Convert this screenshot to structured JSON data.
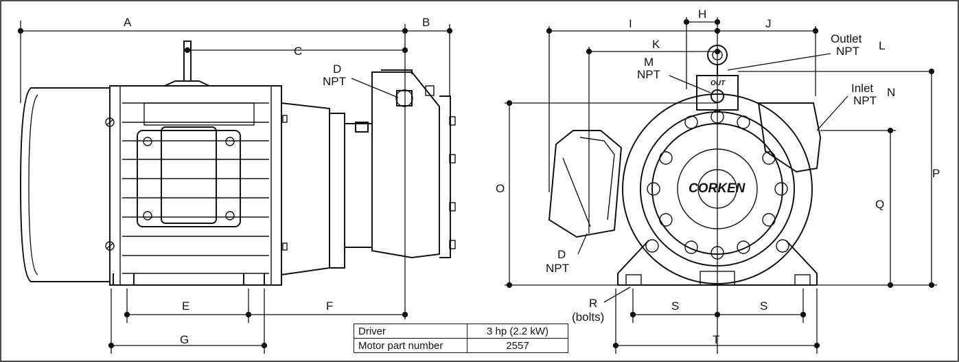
{
  "labels": {
    "A": "A",
    "B": "B",
    "C": "C",
    "D_left": "D",
    "D_left_npt": "NPT",
    "E": "E",
    "F": "F",
    "G": "G",
    "H": "H",
    "I": "I",
    "J": "J",
    "K": "K",
    "L": "L",
    "outlet": "Outlet",
    "outlet_npt": "NPT",
    "M": "M",
    "M_npt": "NPT",
    "inlet": "Inlet",
    "inlet_npt": "NPT",
    "N": "N",
    "O": "O",
    "P": "P",
    "Q": "Q",
    "D_right": "D",
    "D_right_npt": "NPT",
    "R": "R",
    "R_sub": "(bolts)",
    "S1": "S",
    "S2": "S",
    "T": "T",
    "brand": "CORKEN",
    "out_mark": "OUT"
  },
  "spec_table": [
    {
      "key": "Driver",
      "value": "3 hp (2.2 kW)"
    },
    {
      "key": "Motor part number",
      "value": "2557"
    }
  ]
}
